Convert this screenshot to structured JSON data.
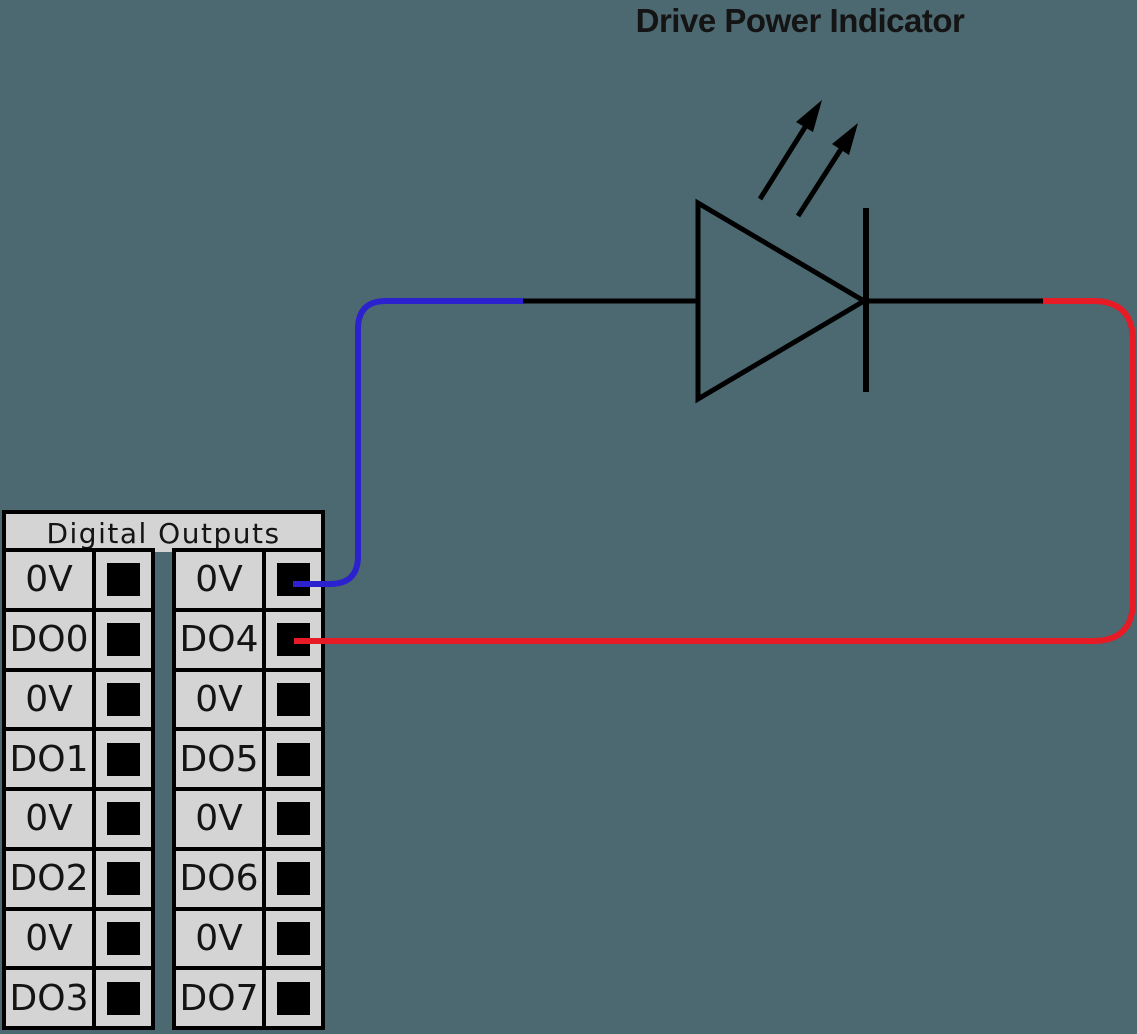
{
  "title": "Drive Power Indicator",
  "terminal_block": {
    "header": "Digital Outputs",
    "rows": [
      {
        "left": "0V",
        "right": "0V"
      },
      {
        "left": "DO0",
        "right": "DO4"
      },
      {
        "left": "0V",
        "right": "0V"
      },
      {
        "left": "DO1",
        "right": "DO5"
      },
      {
        "left": "0V",
        "right": "0V"
      },
      {
        "left": "DO2",
        "right": "DO6"
      },
      {
        "left": "0V",
        "right": "0V"
      },
      {
        "left": "DO3",
        "right": "DO7"
      }
    ]
  },
  "wires": {
    "blue_color": "#2b21ce",
    "red_color": "#e61b26"
  },
  "colors": {
    "background": "#4c6870",
    "panel": "#d4d4d4",
    "line": "#000000"
  }
}
